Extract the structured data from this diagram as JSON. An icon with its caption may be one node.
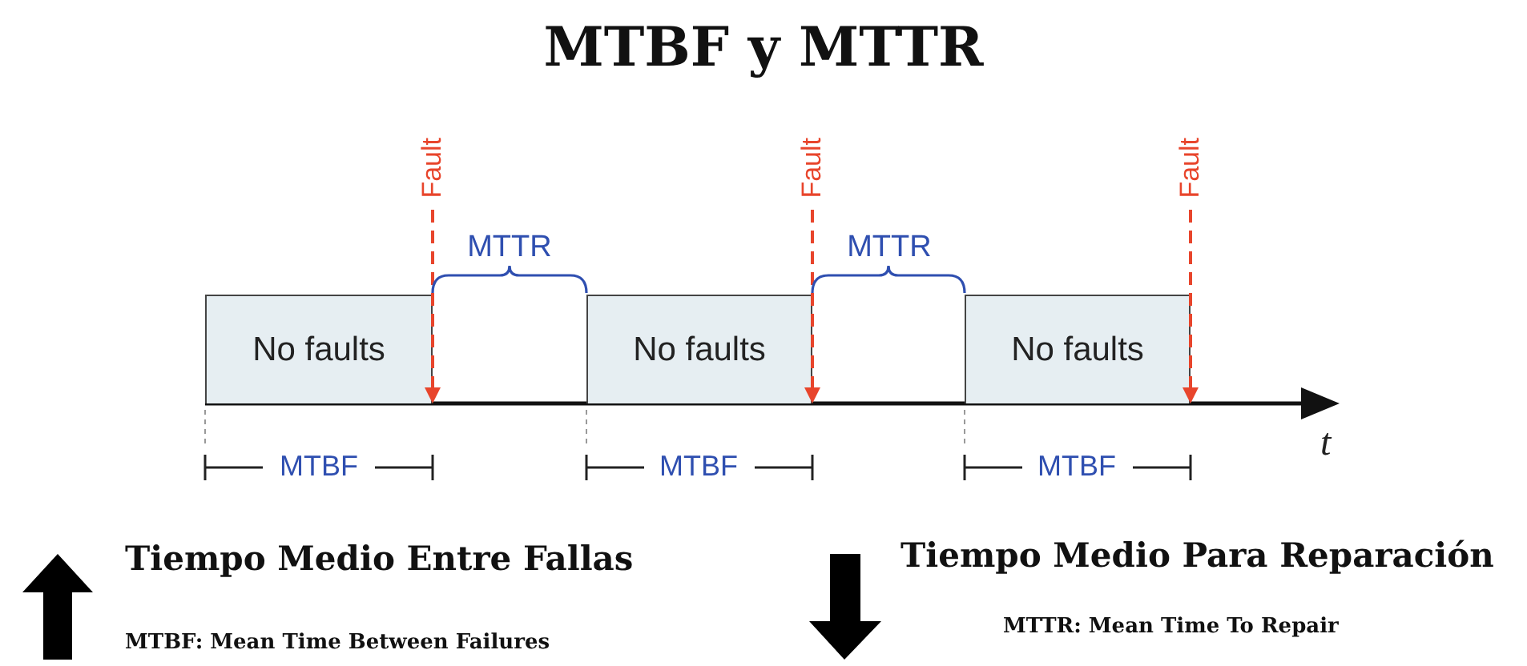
{
  "diagram": {
    "title": "MTBF y MTTR",
    "nodes": [
      {
        "text": [
          "No faults"
        ]
      },
      {
        "text": [
          "No faults"
        ]
      },
      {
        "text": [
          "No faults"
        ]
      },
      {
        "text": [
          "Fault"
        ]
      },
      {
        "text": [
          "Fault"
        ]
      },
      {
        "text": [
          "Fault"
        ]
      }
    ],
    "edges": [
      {
        "from": 3,
        "to": 0,
        "arrow": "to",
        "style": "dashed"
      },
      {
        "from": 4,
        "to": 1,
        "arrow": "to",
        "style": "dashed"
      },
      {
        "from": 5,
        "to": 2,
        "arrow": "to",
        "style": "dashed"
      }
    ],
    "labels": [
      "MTTR",
      "MTTR",
      "MTBF",
      "MTBF",
      "MTBF",
      "t",
      "Tiempo Medio Entre Fallas",
      "Tiempo Medio Para Reparación",
      "MTBF: Mean Time Between Failures",
      "MTTR: Mean Time To Repair"
    ]
  }
}
